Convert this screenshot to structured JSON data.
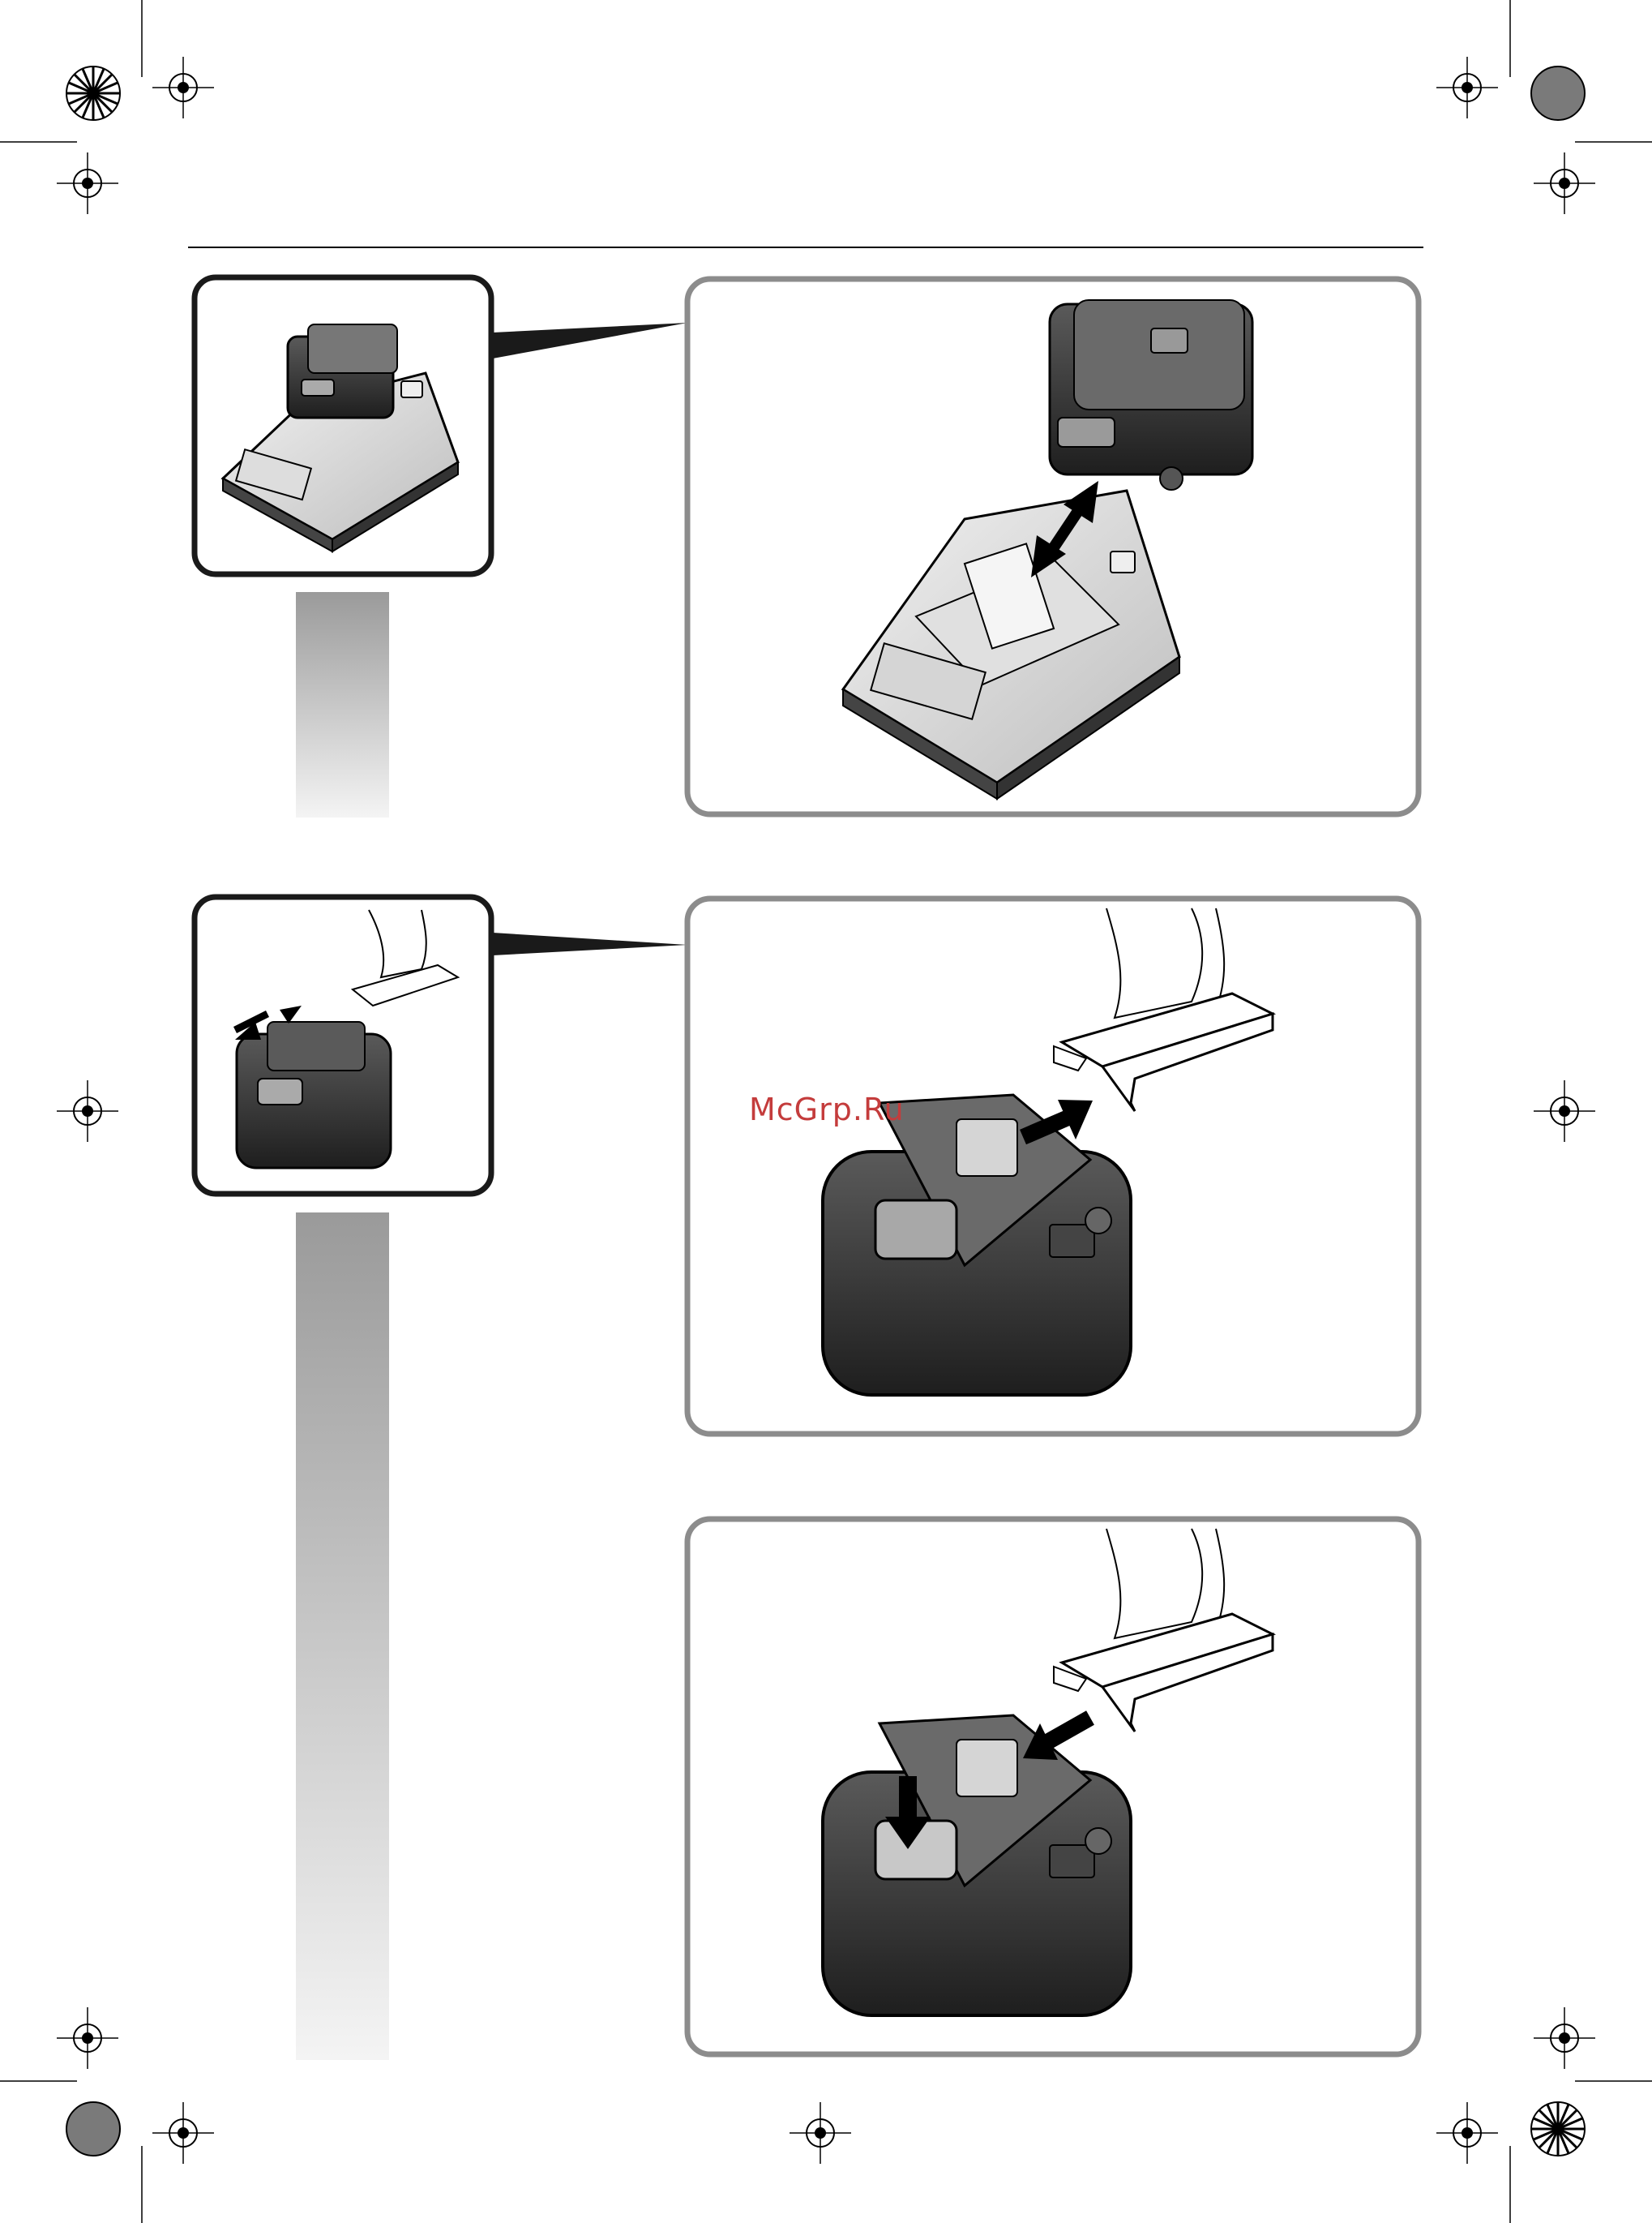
{
  "page": {
    "watermark": "McGrp.Ru",
    "colors": {
      "frame": "#8c8c8c",
      "inset_frame": "#1a1a1a",
      "rule": "#000000",
      "watermark": "#c43c3c",
      "gradient_top": "#9a9a9a",
      "gradient_bottom": "#f4f4f4"
    }
  },
  "figures": [
    {
      "name": "figure-charger-inset",
      "depicts": "battery-on-charger-icon"
    },
    {
      "name": "figure-battery-removal",
      "depicts": "battery-lift-off-charger-icon"
    },
    {
      "name": "figure-tool-inset",
      "depicts": "battery-slide-into-tool-icon"
    },
    {
      "name": "figure-battery-slide-in",
      "depicts": "battery-slide-in-icon"
    },
    {
      "name": "figure-battery-release",
      "depicts": "battery-press-release-icon"
    }
  ]
}
